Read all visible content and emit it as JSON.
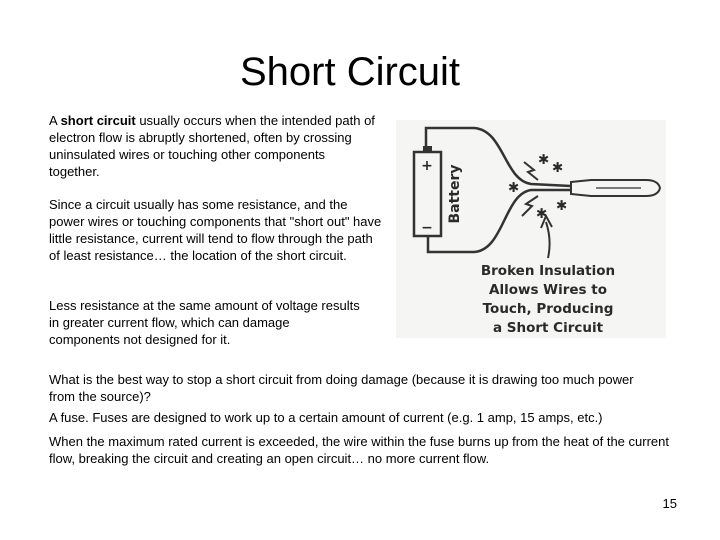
{
  "title": "Short Circuit",
  "paragraph1": {
    "emphasis": "short circuit",
    "prefix": "A ",
    "suffix": " usually occurs when the intended path of electron flow is abruptly shortened, often by crossing uninsulated wires or touching other components together."
  },
  "paragraph2": "Since a circuit usually has some resistance, and the power wires or touching components that \"short out\" have little resistance, current will tend to flow through the path of least resistance… the location of the short circuit.",
  "paragraph3": "Less resistance at the same amount of voltage results in greater current flow, which can damage components not designed for it.",
  "question": "What is the best way to stop a short circuit from doing damage (because it is drawing too much power from the source)?",
  "answer": "A fuse.  Fuses are designed to work up to a certain amount of current (e.g. 1 amp, 15 amps, etc.)",
  "explanation": "When the maximum rated current is exceeded, the wire within the fuse burns up from the heat of the current flow, breaking the circuit and creating an open circuit… no more current flow.",
  "figure": {
    "battery_label": "Battery",
    "plus_sign": "+",
    "minus_sign": "−",
    "caption_lines": [
      "Broken Insulation",
      "Allows Wires to",
      "Touch, Producing",
      "a Short Circuit"
    ]
  },
  "page_number": "15"
}
